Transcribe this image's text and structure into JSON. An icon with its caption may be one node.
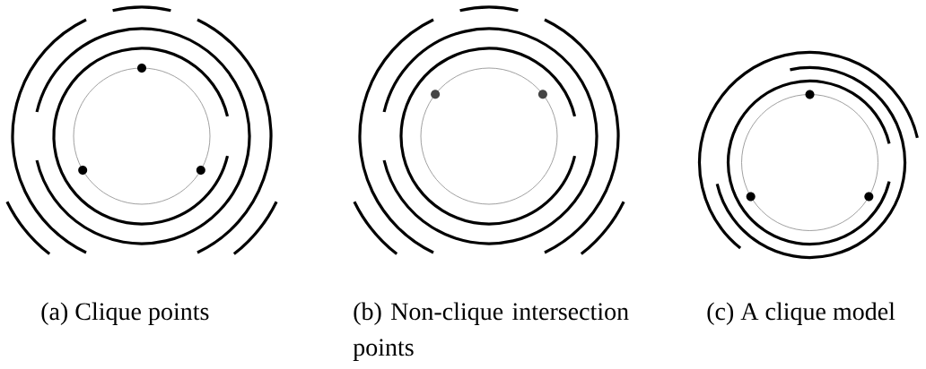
{
  "diagram": {
    "labels": [
      "(a) Clique points",
      "(b) Non-clique intersection points",
      "(c) A clique model"
    ]
  }
}
